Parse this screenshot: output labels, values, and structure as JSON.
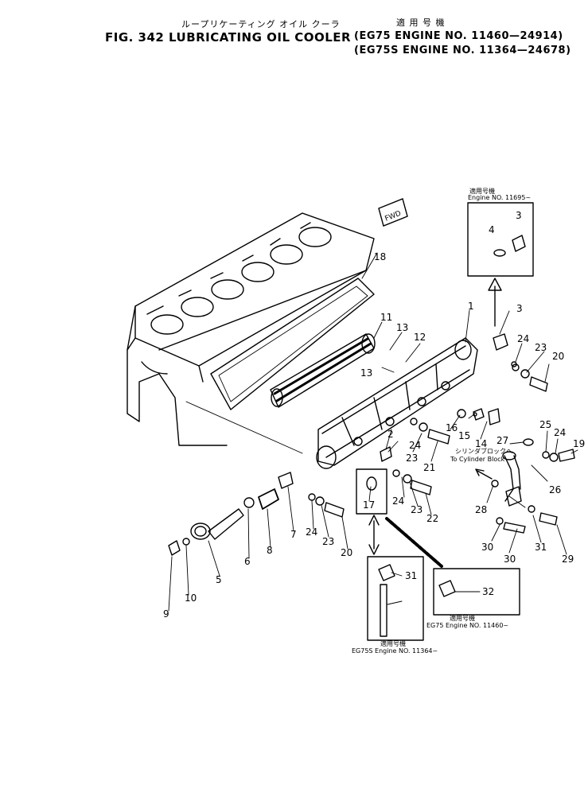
{
  "header": {
    "japanese_title": "ループリケーティング オイル クーラ",
    "applicable_jp": "適 用 号 機",
    "fig_label": "FIG. 342",
    "title": "LUBRICATING OIL COOLER",
    "line1": "(EG75   ENGINE NO. 11460—24914)",
    "line2": "(EG75S  ENGINE NO. 11364—24678)"
  },
  "fwd_label": "FWD",
  "callouts": {
    "top": {
      "jp": "適用号機",
      "text": "Engine NO. 11695~"
    },
    "cylinder": {
      "jp": "シリンダブロックへ",
      "text": "To Cylinder Block"
    },
    "eg75": {
      "jp": "適用号機",
      "text": "EG75 Engine NO. 11460~"
    },
    "eg75s": {
      "jp": "適用号機",
      "text": "EG75S Engine NO. 11364~"
    }
  },
  "part_numbers": [
    "1",
    "2",
    "3",
    "3",
    "4",
    "5",
    "6",
    "7",
    "8",
    "9",
    "10",
    "11",
    "12",
    "13",
    "13",
    "14",
    "15",
    "16",
    "17",
    "18",
    "19",
    "20",
    "20",
    "21",
    "22",
    "23",
    "23",
    "23",
    "23",
    "24",
    "24",
    "24",
    "24",
    "24",
    "25",
    "26",
    "27",
    "28",
    "29",
    "30",
    "30",
    "31",
    "31",
    "32"
  ]
}
